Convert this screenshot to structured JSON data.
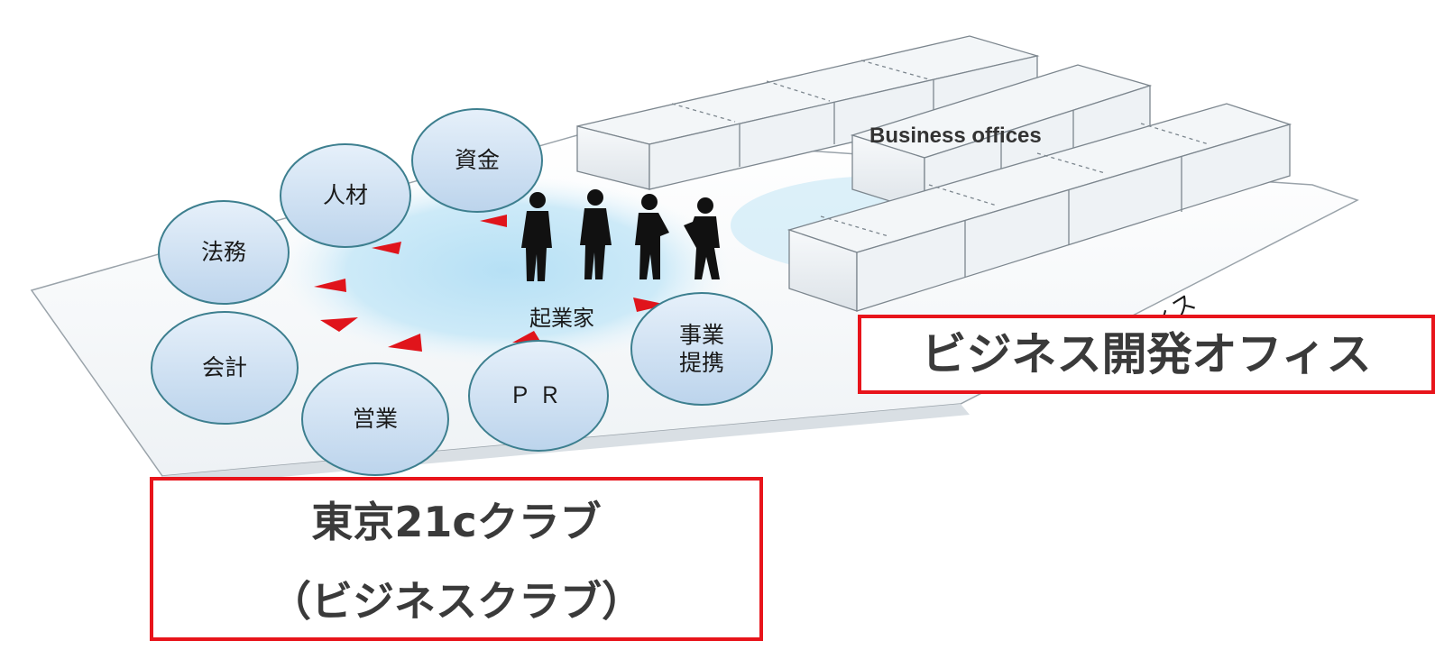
{
  "diagram": {
    "circles": [
      {
        "id": "shikin",
        "label": "資金"
      },
      {
        "id": "jinzai",
        "label": "人材"
      },
      {
        "id": "houmu",
        "label": "法務"
      },
      {
        "id": "kaikei",
        "label": "会計"
      },
      {
        "id": "eigyou",
        "label": "営業"
      },
      {
        "id": "pr",
        "label": "ＰＲ"
      },
      {
        "id": "teikei",
        "label": "事業\n提携"
      }
    ],
    "center_label": "起業家",
    "offices_label": "Business offices",
    "rotated_label": "事業オフィス",
    "club_box": {
      "line1": "東京21cクラブ",
      "line2": "（ビジネスクラブ）"
    },
    "office_box": {
      "label": "ビジネス開発オフィス"
    },
    "colors": {
      "accent_red": "#e8141b",
      "circle_fill": "#cfe2f3",
      "circle_stroke": "#3d7f8f",
      "floor_glow": "#bfe4f6",
      "arrow": "#e0141b"
    }
  }
}
